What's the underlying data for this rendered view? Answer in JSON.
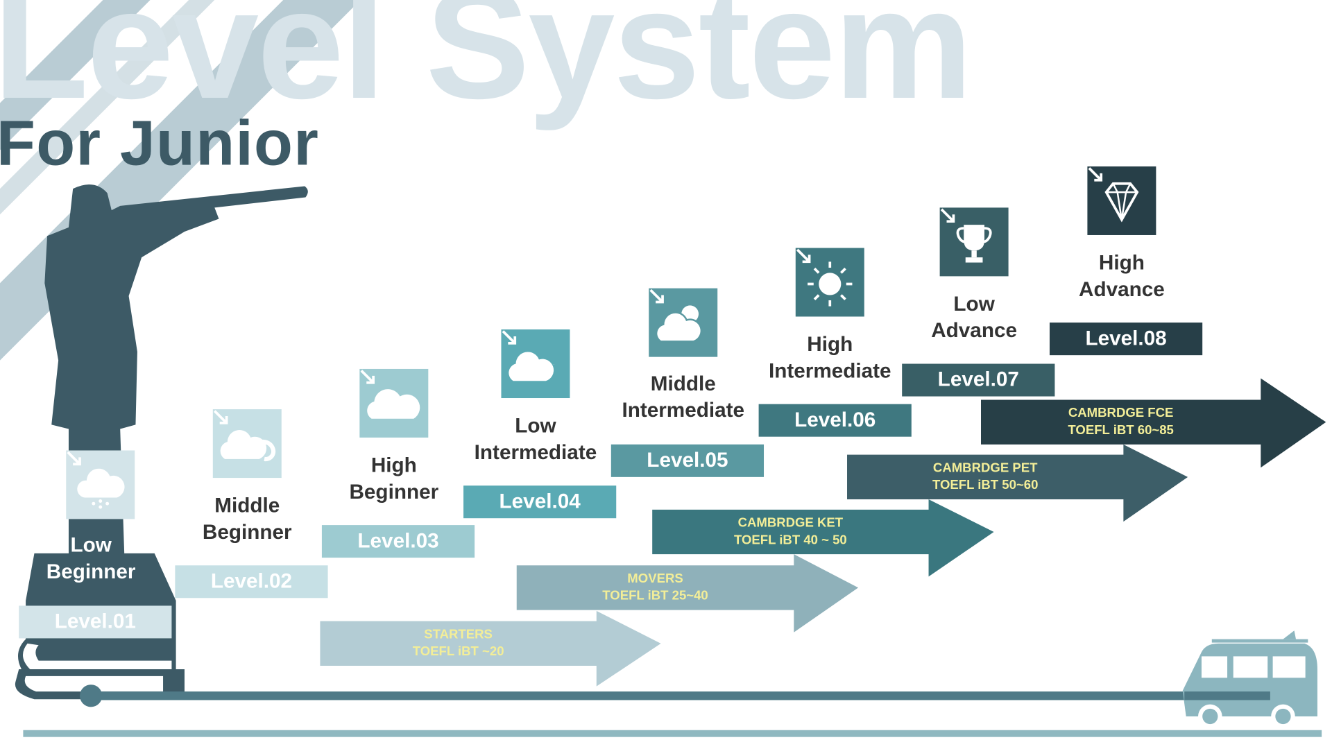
{
  "title": "Level System",
  "subtitle": "For Junior",
  "levels": [
    {
      "label": "Level.01",
      "name": [
        "Low",
        "Beginner"
      ],
      "icon": "rain-cloud-icon",
      "color": "#d3e4e9"
    },
    {
      "label": "Level.02",
      "name": [
        "Middle",
        "Beginner"
      ],
      "icon": "clouds-icon",
      "color": "#c6e0e5"
    },
    {
      "label": "Level.03",
      "name": [
        "High",
        "Beginner"
      ],
      "icon": "cloud-icon",
      "color": "#9dcbd1"
    },
    {
      "label": "Level.04",
      "name": [
        "Low",
        "Intermediate"
      ],
      "icon": "moon-cloud-icon",
      "color": "#5aaab4"
    },
    {
      "label": "Level.05",
      "name": [
        "Middle",
        "Intermediate"
      ],
      "icon": "sun-cloud-icon",
      "color": "#5a99a1"
    },
    {
      "label": "Level.06",
      "name": [
        "High",
        "Intermediate"
      ],
      "icon": "sun-icon",
      "color": "#3f7880"
    },
    {
      "label": "Level.07",
      "name": [
        "Low",
        "Advance"
      ],
      "icon": "trophy-icon",
      "color": "#395f66"
    },
    {
      "label": "Level.08",
      "name": [
        "High",
        "Advance"
      ],
      "icon": "diamond-icon",
      "color": "#273f48"
    }
  ],
  "exams": [
    {
      "line1": "STARTERS",
      "line2": "TOEFL iBT ~20",
      "color": "#b3ccd4"
    },
    {
      "line1": "MOVERS",
      "line2": "TOEFL iBT 25~40",
      "color": "#8fb1ba"
    },
    {
      "line1": "CAMBRDGE KET",
      "line2": "TOEFL iBT 40 ~ 50",
      "color": "#3a777f"
    },
    {
      "line1": "CAMBRDGE PET",
      "line2": "TOEFL iBT 50~60",
      "color": "#3d5e68"
    },
    {
      "line1": "CAMBRDGE FCE",
      "line2": "TOEFL iBT 60~85",
      "color": "#273f47"
    }
  ]
}
